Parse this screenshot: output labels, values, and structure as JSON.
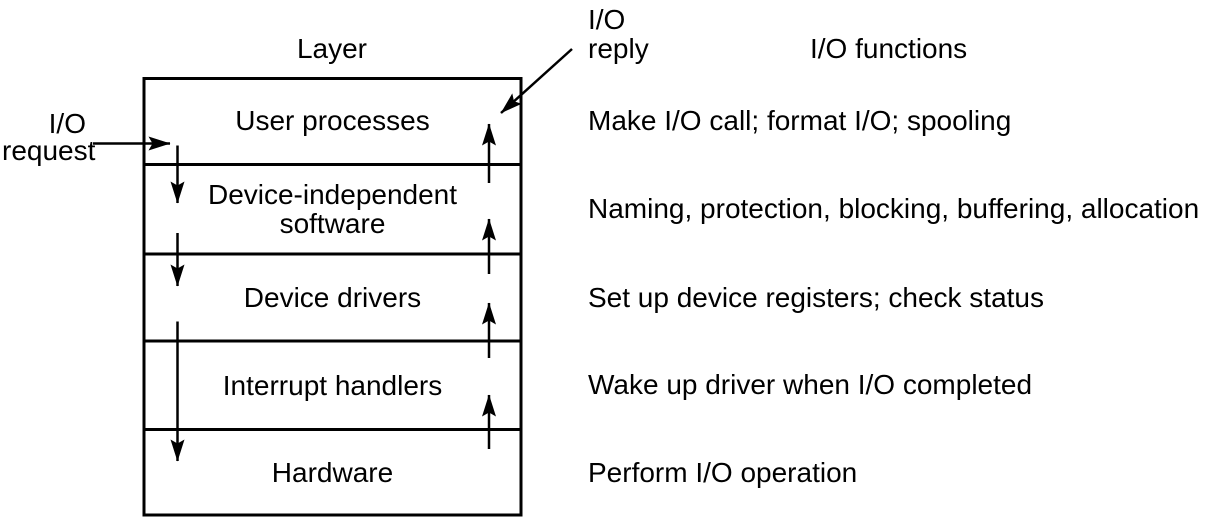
{
  "diagram": {
    "header": {
      "layer_column": "Layer",
      "functions_column": "I/O functions"
    },
    "annotations": {
      "request": "I/O\nrequest",
      "reply": "I/O\nreply"
    },
    "layers": [
      {
        "name": "User processes",
        "function": "Make I/O call; format I/O; spooling"
      },
      {
        "name": "Device-independent\nsoftware",
        "function": "Naming, protection, blocking, buffering, allocation"
      },
      {
        "name": "Device drivers",
        "function": "Set up device registers; check status"
      },
      {
        "name": "Interrupt handlers",
        "function": "Wake up driver when I/O completed"
      },
      {
        "name": "Hardware",
        "function": "Perform I/O operation"
      }
    ],
    "colors": {
      "line": "#000000",
      "text": "#000000",
      "background": "#ffffff"
    }
  }
}
